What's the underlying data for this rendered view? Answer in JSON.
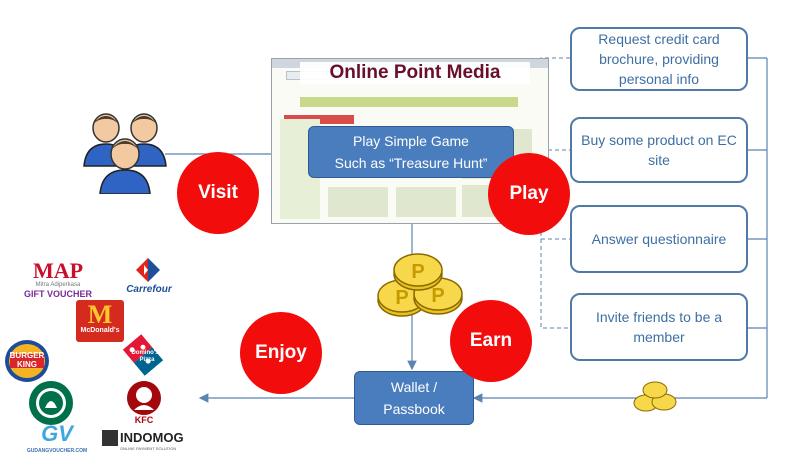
{
  "website": {
    "title": "Online Point Media"
  },
  "game_box": {
    "line1": "Play Simple Game",
    "line2": "Such as “Treasure Hunt”"
  },
  "wallet": {
    "line1": "Wallet /",
    "line2": "Passbook"
  },
  "steps": {
    "visit": "Visit",
    "play": "Play",
    "earn": "Earn",
    "enjoy": "Enjoy"
  },
  "activities": [
    {
      "text": "Request credit card brochure, providing personal info"
    },
    {
      "text": "Buy some product on EC site"
    },
    {
      "text": "Answer questionnaire"
    },
    {
      "text": "Invite friends to be a member"
    }
  ],
  "rewards": {
    "map": "MAP",
    "map_sub": "Mitra Adiperkasa",
    "map_voucher": "GIFT VOUCHER",
    "carrefour": "Carrefour",
    "mcdonalds": "McDonald's",
    "burger_king_1": "BURGER",
    "burger_king_2": "KING",
    "dominos_1": "Domino's",
    "dominos_2": "Pizza",
    "kfc": "KFC",
    "gudangvoucher": "GUDANGVOUCHER.COM",
    "gudangvoucher_mark": "GV",
    "indomog": "INDOMOG",
    "indomog_sub": "ONLINE PAYMENT SOLUTION"
  },
  "colors": {
    "step_red": "#f20c0c",
    "box_blue": "#4a7dbd",
    "note_border": "#4f7aa8",
    "note_text": "#3e6fa3",
    "title_maroon": "#6a0f2a",
    "coin_gold": "#e8c21e"
  }
}
